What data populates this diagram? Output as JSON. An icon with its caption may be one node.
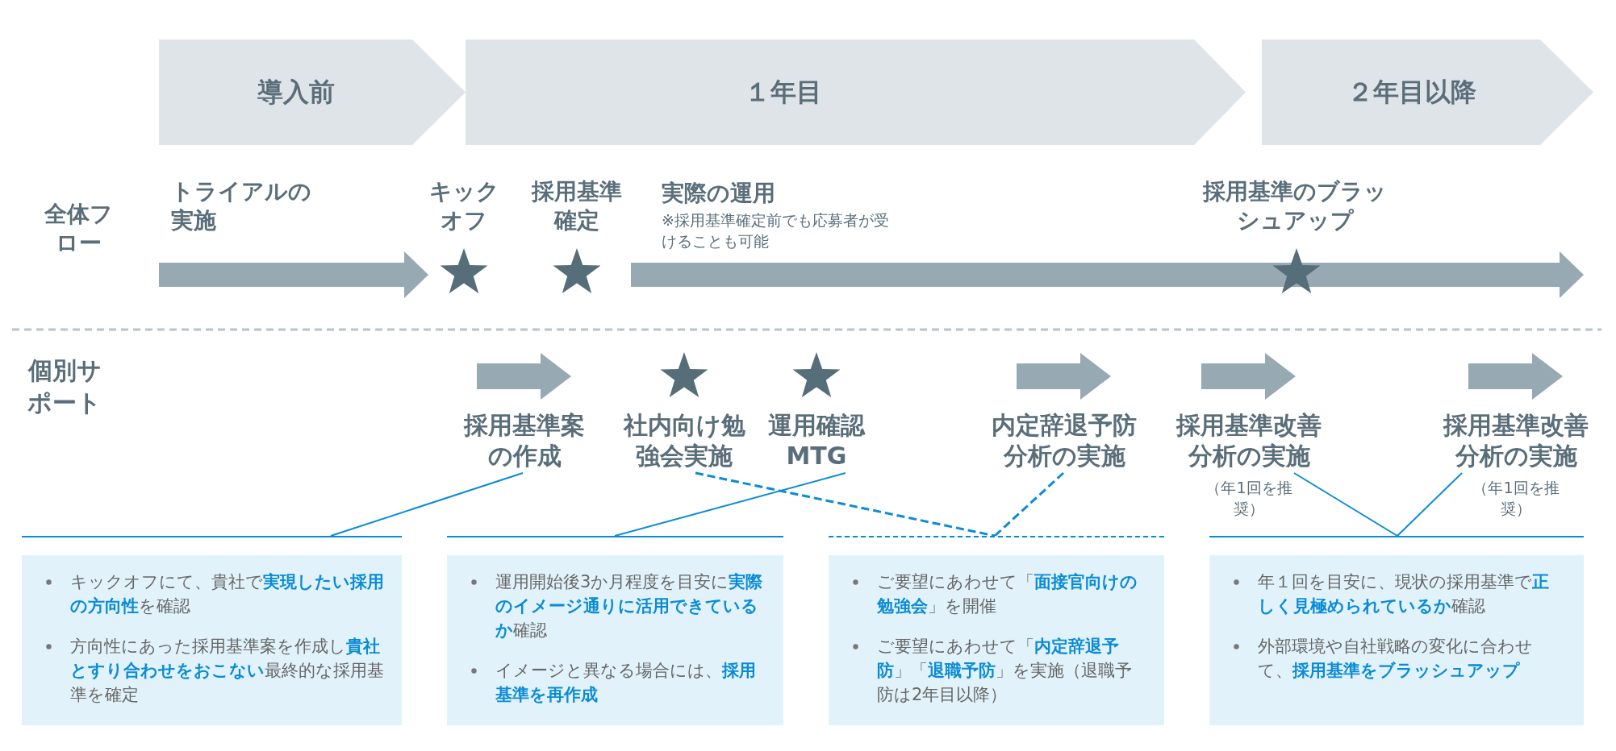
{
  "diagram": {
    "nodes": [
      {
        "text": [
          "導入前"
        ]
      },
      {
        "text": [
          "１年目"
        ]
      },
      {
        "text": [
          "２年目以降"
        ]
      },
      {
        "text": [
          "採用基準案の作成"
        ]
      },
      {
        "text": [
          "社内向け勉強会実施"
        ]
      },
      {
        "text": [
          "運用確認MTG"
        ]
      },
      {
        "text": [
          "内定辞退予防分析の実施"
        ]
      },
      {
        "text": [
          "採用基準改善分析の実施"
        ]
      },
      {
        "text": [
          "採用基準改善分析の実施"
        ]
      },
      {
        "text": [
          "キックオフにて、貴社で**実現したい採用の方向性**を確認",
          "方向性にあった採用基準案を作成し**貴社とすり合わせをおこない**最終的な採用基準を確定"
        ]
      },
      {
        "text": [
          "運用開始後3か月程度を目安に**実際のイメージ通りに活用できているか**確認",
          "イメージと異なる場合には、**採用基準を再作成**"
        ]
      },
      {
        "text": [
          "ご要望にあわせて「**面接官向けの勉強会**」を開催",
          "ご要望にあわせて「**内定辞退予防**」「**退職予防**」を実施（退職予防は2年目以降）"
        ]
      },
      {
        "text": [
          "年１回を目安に、現状の採用基準で**正しく見極められているか**確認",
          "外部環境や自社戦略の変化に合わせて、**採用基準をブラッシュアップ**"
        ]
      }
    ],
    "edges": [
      {
        "from": 3,
        "to": 9,
        "arrow": "none"
      },
      {
        "from": 5,
        "to": 10,
        "arrow": "none"
      },
      {
        "from": 4,
        "to": 11,
        "arrow": "none",
        "style": "dashed"
      },
      {
        "from": 6,
        "to": 11,
        "arrow": "none",
        "style": "dashed"
      },
      {
        "from": 7,
        "to": 12,
        "arrow": "none"
      },
      {
        "from": 8,
        "to": 12,
        "arrow": "none"
      }
    ],
    "labels": [
      "全体フロー",
      "トライアルの実施",
      "キックオフ",
      "採用基準確定",
      "実際の運用",
      "※採用基準確定前でも応募者が受けることも可能",
      "採用基準のブラッシュアップ",
      "個別サポート",
      "（年1回を推奨）",
      "（年1回を推奨）"
    ]
  }
}
